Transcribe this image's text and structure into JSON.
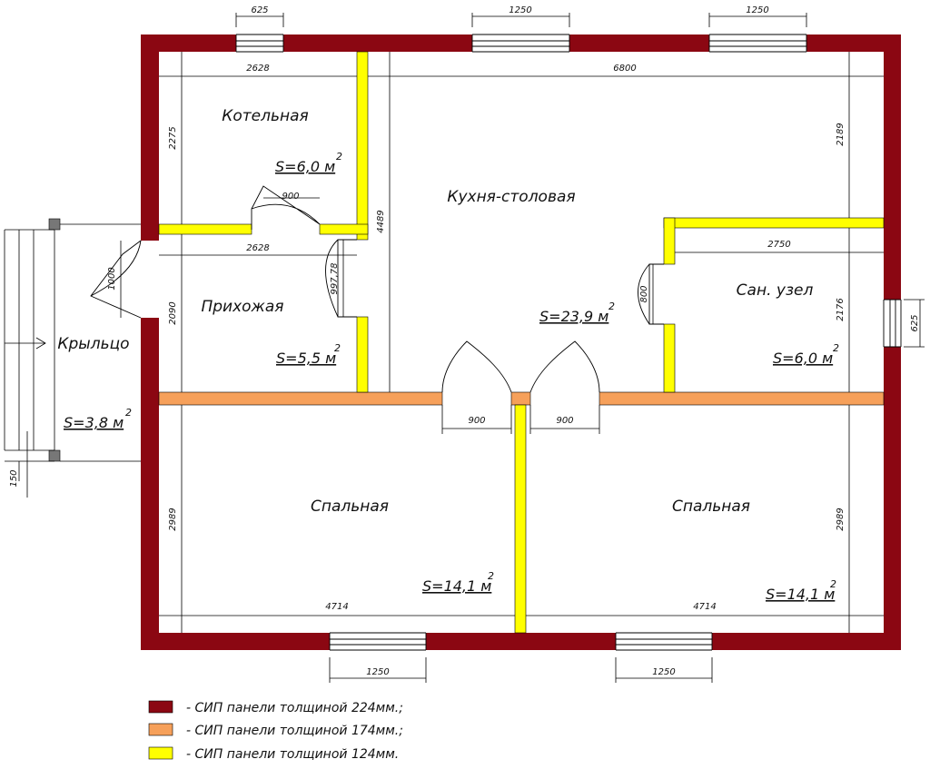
{
  "colors": {
    "wall_224": "#8b0712",
    "wall_174": "#f6a05a",
    "wall_124": "#ffff00",
    "post": "#777777"
  },
  "rooms": {
    "boiler": {
      "name": "Котельная",
      "area": "S=6,0 м",
      "exp": "2"
    },
    "kitchen": {
      "name": "Кухня-столовая",
      "area": "S=23,9 м",
      "exp": "2"
    },
    "hall": {
      "name": "Прихожая",
      "area": "S=5,5 м",
      "exp": "2"
    },
    "bath": {
      "name": "Сан. узел",
      "area": "S=6,0 м",
      "exp": "2"
    },
    "porch": {
      "name": "Крыльцо",
      "area": "S=3,8 м",
      "exp": "2"
    },
    "bedroom_left": {
      "name": "Спальная",
      "area": "S=14,1 м",
      "exp": "2"
    },
    "bedroom_right": {
      "name": "Спальная",
      "area": "S=14,1 м",
      "exp": "2"
    }
  },
  "dimensions": {
    "win_top_1": "625",
    "win_top_2": "1250",
    "win_top_3": "1250",
    "boiler_width": "2628",
    "kitchen_width": "6800",
    "boiler_height": "2275",
    "door_boiler": "900",
    "hall_width": "2628",
    "door_porch": "1000",
    "door_hall": "997,78",
    "hall_height": "2090",
    "kitchen_height": "4489",
    "kitchen_to_bath": "2189",
    "bath_width": "2750",
    "door_bath": "800",
    "bath_height": "2176",
    "win_right": "625",
    "door_bed_left": "900",
    "door_bed_right": "900",
    "bed_left_height": "2989",
    "bed_right_height": "2989",
    "bed_left_width": "4714",
    "bed_right_width": "4714",
    "win_bottom_1": "1250",
    "win_bottom_2": "1250",
    "porch_step": "150"
  },
  "legend": [
    {
      "color": "#8b0712",
      "label": "- СИП панели толщиной 224мм.;"
    },
    {
      "color": "#f6a05a",
      "label": "- СИП панели толщиной 174мм.;"
    },
    {
      "color": "#ffff00",
      "label": "- СИП панели толщиной 124мм."
    }
  ]
}
